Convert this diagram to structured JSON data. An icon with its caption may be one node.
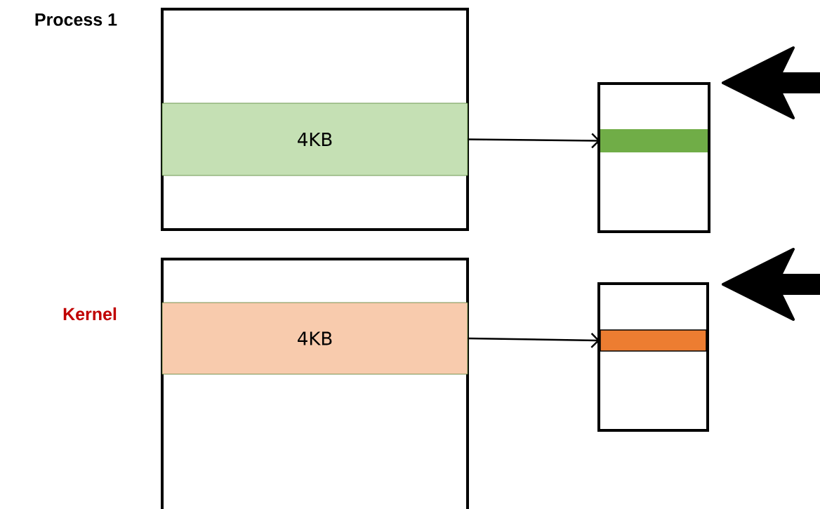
{
  "diagram": {
    "nodes": [
      {
        "text": [
          "Process 1"
        ]
      },
      {
        "text": [
          "4KB"
        ],
        "in": 0
      },
      {
        "text": [],
        "shape": "box"
      },
      {
        "text": [],
        "shape": "bar",
        "in": 2
      },
      {
        "text": [
          "Kernel"
        ]
      },
      {
        "text": [
          "4KB"
        ],
        "in": 4
      },
      {
        "text": [],
        "shape": "box"
      },
      {
        "text": [],
        "shape": "bar",
        "in": 6
      }
    ],
    "edges": [
      {
        "from": 1,
        "to": 3,
        "arrow": "to"
      },
      {
        "from": 5,
        "to": 7,
        "arrow": "to"
      }
    ]
  }
}
